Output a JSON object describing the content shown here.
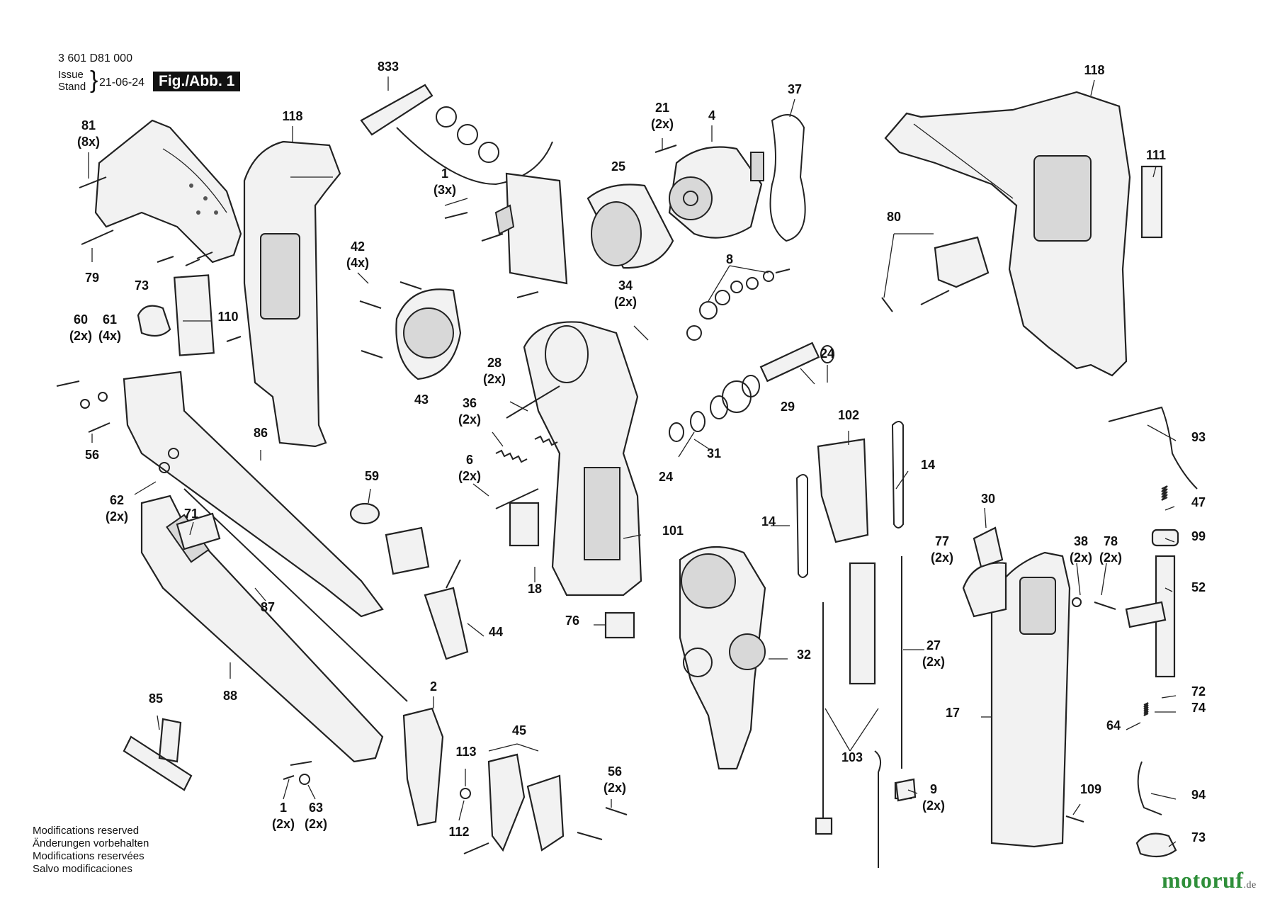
{
  "header": {
    "document_number": "3 601 D81 000",
    "issue_label": "Issue",
    "stand_label": "Stand",
    "date": "21-06-24",
    "figure_label": "Fig./Abb. 1"
  },
  "footer": {
    "modifications": [
      "Modifications reserved",
      "Änderungen vorbehalten",
      "Modifications reservées",
      "Salvo modificaciones"
    ]
  },
  "watermark": {
    "brand": "motoruf",
    "tld": ".de"
  },
  "parts": [
    {
      "id": "p833",
      "num": "833",
      "qty": ""
    },
    {
      "id": "p81",
      "num": "81",
      "qty": "(8x)"
    },
    {
      "id": "p118a",
      "num": "118",
      "qty": ""
    },
    {
      "id": "p79",
      "num": "79",
      "qty": ""
    },
    {
      "id": "p1a",
      "num": "1",
      "qty": "(3x)"
    },
    {
      "id": "p21",
      "num": "21",
      "qty": "(2x)"
    },
    {
      "id": "p4",
      "num": "4",
      "qty": ""
    },
    {
      "id": "p37",
      "num": "37",
      "qty": ""
    },
    {
      "id": "p25",
      "num": "25",
      "qty": ""
    },
    {
      "id": "p118b",
      "num": "118",
      "qty": ""
    },
    {
      "id": "p111",
      "num": "111",
      "qty": ""
    },
    {
      "id": "p80",
      "num": "80",
      "qty": ""
    },
    {
      "id": "p42",
      "num": "42",
      "qty": "(4x)"
    },
    {
      "id": "p73a",
      "num": "73",
      "qty": ""
    },
    {
      "id": "p110",
      "num": "110",
      "qty": ""
    },
    {
      "id": "p8",
      "num": "8",
      "qty": ""
    },
    {
      "id": "p34",
      "num": "34",
      "qty": "(2x)"
    },
    {
      "id": "p60",
      "num": "60",
      "qty": "(2x)"
    },
    {
      "id": "p61",
      "num": "61",
      "qty": "(4x)"
    },
    {
      "id": "p43",
      "num": "43",
      "qty": ""
    },
    {
      "id": "p28",
      "num": "28",
      "qty": "(2x)"
    },
    {
      "id": "p24a",
      "num": "24",
      "qty": ""
    },
    {
      "id": "p29",
      "num": "29",
      "qty": ""
    },
    {
      "id": "p36",
      "num": "36",
      "qty": "(2x)"
    },
    {
      "id": "p102",
      "num": "102",
      "qty": ""
    },
    {
      "id": "p93",
      "num": "93",
      "qty": ""
    },
    {
      "id": "p86",
      "num": "86",
      "qty": ""
    },
    {
      "id": "p56a",
      "num": "56",
      "qty": ""
    },
    {
      "id": "p31",
      "num": "31",
      "qty": ""
    },
    {
      "id": "p24b",
      "num": "24",
      "qty": ""
    },
    {
      "id": "p14a",
      "num": "14",
      "qty": ""
    },
    {
      "id": "p6",
      "num": "6",
      "qty": "(2x)"
    },
    {
      "id": "p59",
      "num": "59",
      "qty": ""
    },
    {
      "id": "p47",
      "num": "47",
      "qty": ""
    },
    {
      "id": "p62",
      "num": "62",
      "qty": "(2x)"
    },
    {
      "id": "p30",
      "num": "30",
      "qty": ""
    },
    {
      "id": "p14b",
      "num": "14",
      "qty": ""
    },
    {
      "id": "p71",
      "num": "71",
      "qty": ""
    },
    {
      "id": "p101",
      "num": "101",
      "qty": ""
    },
    {
      "id": "p99",
      "num": "99",
      "qty": ""
    },
    {
      "id": "p77",
      "num": "77",
      "qty": "(2x)"
    },
    {
      "id": "p38",
      "num": "38",
      "qty": "(2x)"
    },
    {
      "id": "p78",
      "num": "78",
      "qty": "(2x)"
    },
    {
      "id": "p18",
      "num": "18",
      "qty": ""
    },
    {
      "id": "p52",
      "num": "52",
      "qty": ""
    },
    {
      "id": "p87",
      "num": "87",
      "qty": ""
    },
    {
      "id": "p76",
      "num": "76",
      "qty": ""
    },
    {
      "id": "p44",
      "num": "44",
      "qty": ""
    },
    {
      "id": "p32",
      "num": "32",
      "qty": ""
    },
    {
      "id": "p27",
      "num": "27",
      "qty": "(2x)"
    },
    {
      "id": "p2",
      "num": "2",
      "qty": ""
    },
    {
      "id": "p72",
      "num": "72",
      "qty": ""
    },
    {
      "id": "p85",
      "num": "85",
      "qty": ""
    },
    {
      "id": "p88",
      "num": "88",
      "qty": ""
    },
    {
      "id": "p17",
      "num": "17",
      "qty": ""
    },
    {
      "id": "p74",
      "num": "74",
      "qty": ""
    },
    {
      "id": "p64",
      "num": "64",
      "qty": ""
    },
    {
      "id": "p45",
      "num": "45",
      "qty": ""
    },
    {
      "id": "p113",
      "num": "113",
      "qty": ""
    },
    {
      "id": "p103",
      "num": "103",
      "qty": ""
    },
    {
      "id": "p56b",
      "num": "56",
      "qty": "(2x)"
    },
    {
      "id": "p9",
      "num": "9",
      "qty": "(2x)"
    },
    {
      "id": "p109",
      "num": "109",
      "qty": ""
    },
    {
      "id": "p94",
      "num": "94",
      "qty": ""
    },
    {
      "id": "p1b",
      "num": "1",
      "qty": "(2x)"
    },
    {
      "id": "p63",
      "num": "63",
      "qty": "(2x)"
    },
    {
      "id": "p112",
      "num": "112",
      "qty": ""
    },
    {
      "id": "p73b",
      "num": "73",
      "qty": ""
    }
  ]
}
